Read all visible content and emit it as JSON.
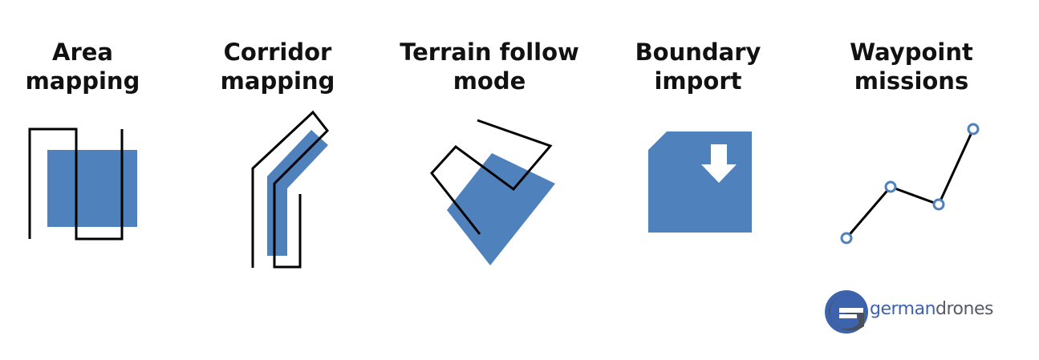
{
  "features": [
    {
      "key": "area",
      "label": "Area\nmapping"
    },
    {
      "key": "corridor",
      "label": "Corridor\nmapping"
    },
    {
      "key": "terrain",
      "label": "Terrain follow\nmode"
    },
    {
      "key": "boundary",
      "label": "Boundary\nimport"
    },
    {
      "key": "waypoint",
      "label": "Waypoint\nmissions"
    }
  ],
  "logo": {
    "part1": "german",
    "part2": "drones"
  },
  "colors": {
    "shape_fill": "#4f81bd",
    "path_stroke": "#000000",
    "waypoint_stroke": "#4f81bd",
    "logo_blue": "#3d63ad",
    "logo_gray": "#555a66"
  }
}
